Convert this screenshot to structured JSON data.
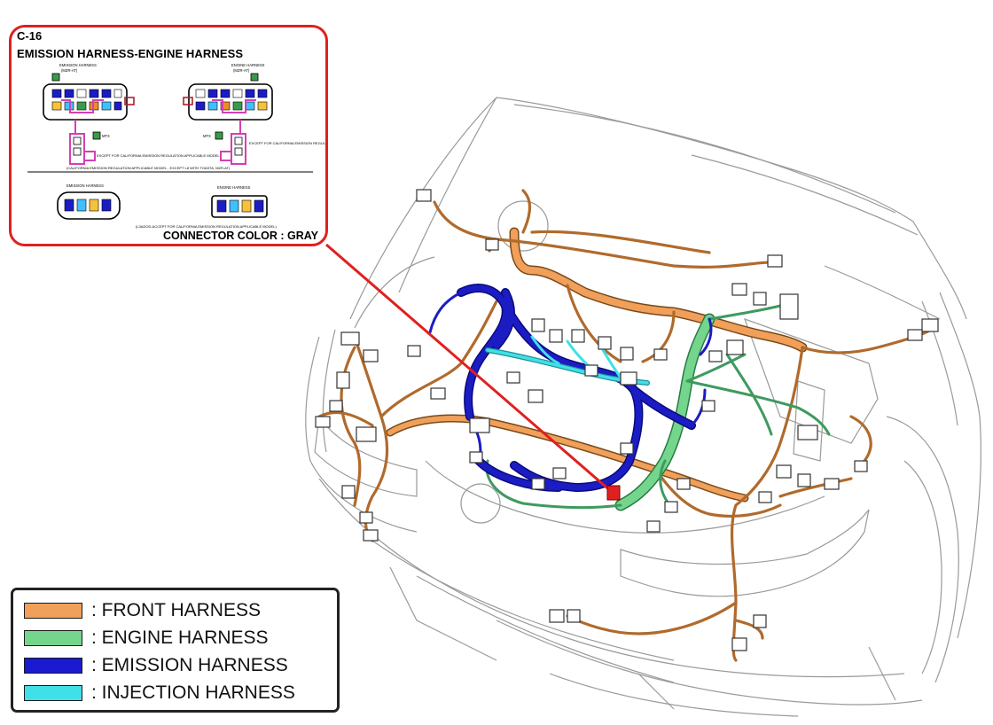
{
  "connector_inset": {
    "code": "C-16",
    "title": "EMISSION HARNESS-ENGINE HARNESS",
    "footer": "CONNECTOR COLOR : GRAY",
    "connector_left_label": "EMISSION HARNESS",
    "connector_right_label": "ENGINE HARNESS",
    "variant_top_left": "(MZR-AT)",
    "variant_top_right": "(MZR-AT)",
    "mark_mtx": "MTX",
    "note_except_left": "EXCEPT FOR CALIFORNIA EMISSION REGULATION APPLICABLE MODEL",
    "note_except_right": "EXCEPT FOR CALIFORNIA EMISSION REGULATION APPLICABLE MODEL",
    "note_divider": "(CALIFORNIA EMISSION REGULATION APPLICABLE MODEL , EXCEPT L8 WITH TOASTA, MZR-AT)",
    "note_bottom": "(L3ADOD-ACCEPT FOR CALIFORNIA EMISSION REGULATION APPLICABLE MODEL)",
    "colors": {
      "frame": "#e0201f",
      "highlight": "#d43fb3"
    }
  },
  "legend": {
    "items": [
      {
        "label": ": FRONT HARNESS",
        "color": "#f0a05a"
      },
      {
        "label": ": ENGINE HARNESS",
        "color": "#74d68d"
      },
      {
        "label": ": EMISSION HARNESS",
        "color": "#1a1ad0"
      },
      {
        "label": ": INJECTION HARNESS",
        "color": "#40e0e8"
      }
    ]
  },
  "harness_colors": {
    "front": "#e09a58",
    "front_dark": "#b0682c",
    "engine": "#6fcf8f",
    "emission": "#1c1cc4",
    "injection": "#3fd8e0",
    "callout_line": "#e0201f",
    "connector_marker": "#e0201f"
  },
  "icons": [
    "connector-icon",
    "connector-location-marker"
  ]
}
